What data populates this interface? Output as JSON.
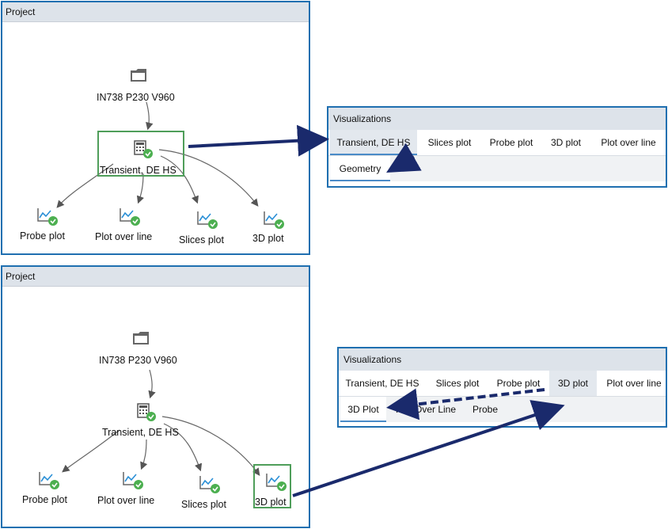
{
  "top_project": {
    "title": "Project",
    "root": "IN738 P230 V960",
    "solver": "Transient, DE HS",
    "children": [
      "Probe plot",
      "Plot over line",
      "Slices plot",
      "3D plot"
    ]
  },
  "bottom_project": {
    "title": "Project",
    "root": "IN738 P230 V960",
    "solver": "Transient, DE HS",
    "children": [
      "Probe plot",
      "Plot over line",
      "Slices plot",
      "3D plot"
    ]
  },
  "top_vis": {
    "title": "Visualizations",
    "tabs": [
      "Transient, DE HS",
      "Slices plot",
      "Probe plot",
      "3D plot",
      "Plot over line"
    ],
    "subtabs": [
      "Geometry"
    ]
  },
  "bottom_vis": {
    "title": "Visualizations",
    "tabs": [
      "Transient, DE HS",
      "Slices plot",
      "Probe plot",
      "3D plot",
      "Plot over line"
    ],
    "subtabs": [
      "3D Plot",
      "Plot Over Line",
      "Probe"
    ]
  },
  "colors": {
    "panel_border": "#1f6fb0",
    "highlight_green": "#4f9e5a",
    "arrow_navy": "#1a2a6c",
    "check_green": "#4caf50"
  }
}
